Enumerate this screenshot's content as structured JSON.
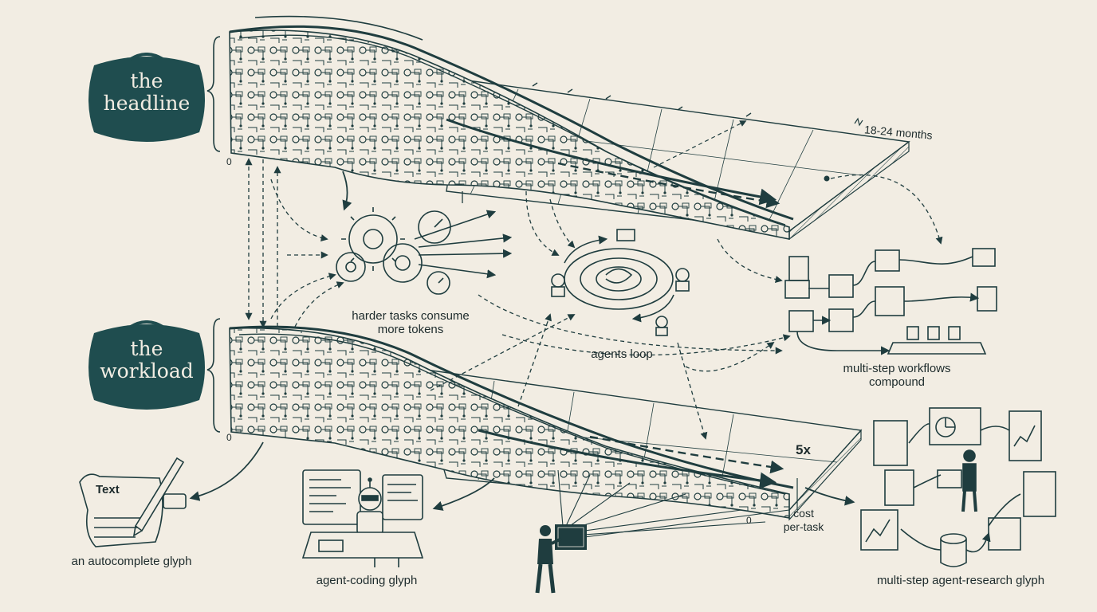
{
  "banners": {
    "headline": {
      "line1": "the",
      "line2": "headline"
    },
    "workload": {
      "line1": "the",
      "line2": "workload"
    }
  },
  "top_ramp": {
    "zero_label": "0",
    "end_label": "18-24 months"
  },
  "bottom_ramp": {
    "zero_label": "0",
    "multiplier_label": "5x",
    "axis_zero": "0",
    "axis_label_line1": "cost",
    "axis_label_line2": "per-task"
  },
  "concepts": {
    "harder_tasks": {
      "line1": "harder tasks consume",
      "line2": "more tokens"
    },
    "agents_loop": "agents loop",
    "workflows": {
      "line1": "multi-step workflows",
      "line2": "compound"
    }
  },
  "glyphs": {
    "autocomplete": {
      "label": "an autocomplete glyph",
      "paper_text": "Text"
    },
    "agent_coding": "agent-coding glyph",
    "agent_research": "multi-step agent-research glyph"
  },
  "colors": {
    "ink": "#1f3d3f",
    "accent": "#1f4d4f",
    "paper": "#f2ede3"
  }
}
